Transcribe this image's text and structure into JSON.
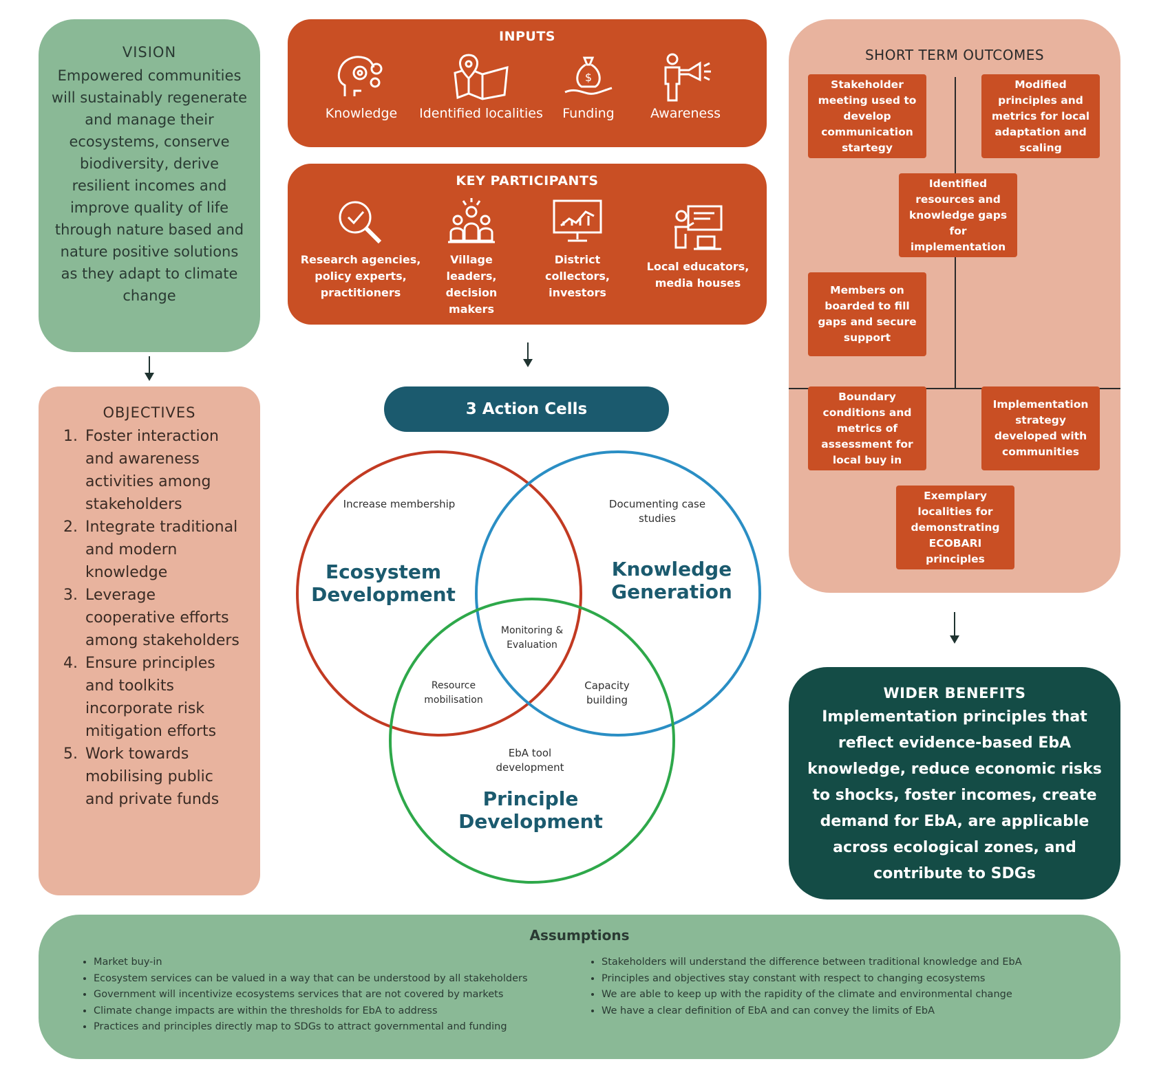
{
  "vision": {
    "title": "VISION",
    "body": "Empowered communities will sustainably regenerate and manage their ecosystems, conserve biodiversity, derive resilient incomes and improve quality of life through nature based and nature positive solutions as they adapt to climate change"
  },
  "objectives": {
    "title": "OBJECTIVES",
    "items": [
      "Foster interaction and awareness activities among stakeholders",
      "Integrate traditional and modern knowledge",
      "Leverage cooperative efforts among stakeholders",
      "Ensure principles and toolkits incorporate risk mitigation efforts",
      "Work towards mobilising public and private funds"
    ]
  },
  "inputs": {
    "title": "INPUTS",
    "items": [
      {
        "label": "Knowledge",
        "icon": "head-gears-icon"
      },
      {
        "label": "Identified localities",
        "icon": "map-pin-icon"
      },
      {
        "label": "Funding",
        "icon": "money-bag-hand-icon"
      },
      {
        "label": "Awareness",
        "icon": "person-megaphone-icon"
      }
    ]
  },
  "participants": {
    "title": "KEY PARTICIPANTS",
    "items": [
      {
        "label": "Research agencies, policy experts, practitioners",
        "icon": "magnifier-check-icon"
      },
      {
        "label": "Village leaders, decision makers",
        "icon": "group-people-icon"
      },
      {
        "label": "District collectors, investors",
        "icon": "monitor-chart-icon"
      },
      {
        "label": "Local educators, media houses",
        "icon": "teacher-board-icon"
      }
    ]
  },
  "action_cells": {
    "label": "3 Action Cells",
    "circles": [
      {
        "name": "Ecosystem Development",
        "activity": "Increase membership",
        "color": "#c23a22"
      },
      {
        "name": "Knowledge Generation",
        "activity": "Documenting case studies",
        "color": "#2a8ec4"
      },
      {
        "name": "Principle Development",
        "activity": "EbA tool development",
        "color": "#2ea84a"
      }
    ],
    "overlaps": {
      "center": "Monitoring & Evaluation",
      "eco_principle": "Resource mobilisation",
      "knowledge_principle": "Capacity building"
    }
  },
  "short_term_outcomes": {
    "title": "SHORT TERM OUTCOMES",
    "items": [
      "Stakeholder meeting used to develop communication startegy",
      "Modified principles and metrics for local adaptation and scaling",
      "Identified resources and knowledge gaps for implementation",
      "Members on boarded to fill gaps and secure support",
      "Boundary conditions and metrics of assessment for local buy in",
      "Implementation strategy developed with communities",
      "Exemplary localities for demonstrating ECOBARI principles"
    ]
  },
  "wider_benefits": {
    "title": "WIDER BENEFITS",
    "body": "Implementation principles that reflect evidence-based EbA knowledge, reduce economic risks to shocks, foster incomes, create demand for EbA, are applicable across ecological zones, and contribute to SDGs"
  },
  "assumptions": {
    "title": "Assumptions",
    "left": [
      "Market buy-in",
      "Ecosystem services can be valued in a way that can be understood by all stakeholders",
      "Government will incentivize ecosystems services that are not covered by markets",
      "Climate change impacts are within the thresholds for EbA to address",
      "Practices and principles directly map to SDGs to attract governmental and funding"
    ],
    "right": [
      "Stakeholders will understand the difference between traditional knowledge and EbA",
      "Principles and objectives stay constant with respect to changing ecosystems",
      "We are able to keep up with the rapidity of the climate and environmental change",
      "We have a clear definition of EbA and can convey the limits of EbA"
    ]
  },
  "colors": {
    "green": "#8ab996",
    "salmon": "#e8b39e",
    "orange": "#c94f24",
    "teal": "#1b5a6e",
    "dark_green": "#144c46"
  }
}
